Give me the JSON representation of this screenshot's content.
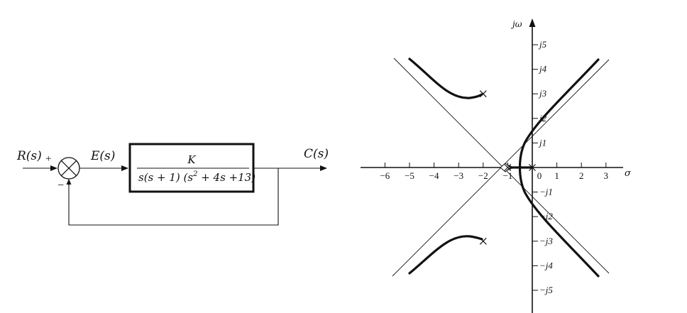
{
  "block_diagram": {
    "input_label": "R(s)",
    "plus_sign": "+",
    "minus_sign": "−",
    "error_label": "E(s)",
    "output_label": "C(s)",
    "tf_numerator": "K",
    "tf_den_part1": "s(s + 1) (s",
    "tf_den_exp": "2",
    "tf_den_part2": " + 4s +13)"
  },
  "root_locus": {
    "imag_axis_label": "jω",
    "real_axis_label": "σ",
    "real_ticks": [
      {
        "value": -6,
        "label": "−6"
      },
      {
        "value": -5,
        "label": "−5"
      },
      {
        "value": -4,
        "label": "−4"
      },
      {
        "value": -3,
        "label": "−3"
      },
      {
        "value": -2,
        "label": "−2"
      },
      {
        "value": -1,
        "label": "−1"
      },
      {
        "value": 0,
        "label": "0"
      },
      {
        "value": 1,
        "label": "1"
      },
      {
        "value": 2,
        "label": "2"
      },
      {
        "value": 3,
        "label": "3"
      }
    ],
    "imag_ticks": [
      {
        "value": 5,
        "label": "j5"
      },
      {
        "value": 4,
        "label": "j4"
      },
      {
        "value": 3,
        "label": "j3"
      },
      {
        "value": 2,
        "label": "j2"
      },
      {
        "value": 1,
        "label": "j1"
      },
      {
        "value": -1,
        "label": "−j1"
      },
      {
        "value": -2,
        "label": "−j2"
      },
      {
        "value": -3,
        "label": "−j3"
      },
      {
        "value": -4,
        "label": "−j4"
      },
      {
        "value": -5,
        "label": "−j5"
      }
    ],
    "poles": [
      {
        "re": 0,
        "im": 0
      },
      {
        "re": -1,
        "im": 0
      },
      {
        "re": -2,
        "im": 3
      },
      {
        "re": -2,
        "im": -3
      }
    ],
    "asymptote_center": -1.25
  }
}
